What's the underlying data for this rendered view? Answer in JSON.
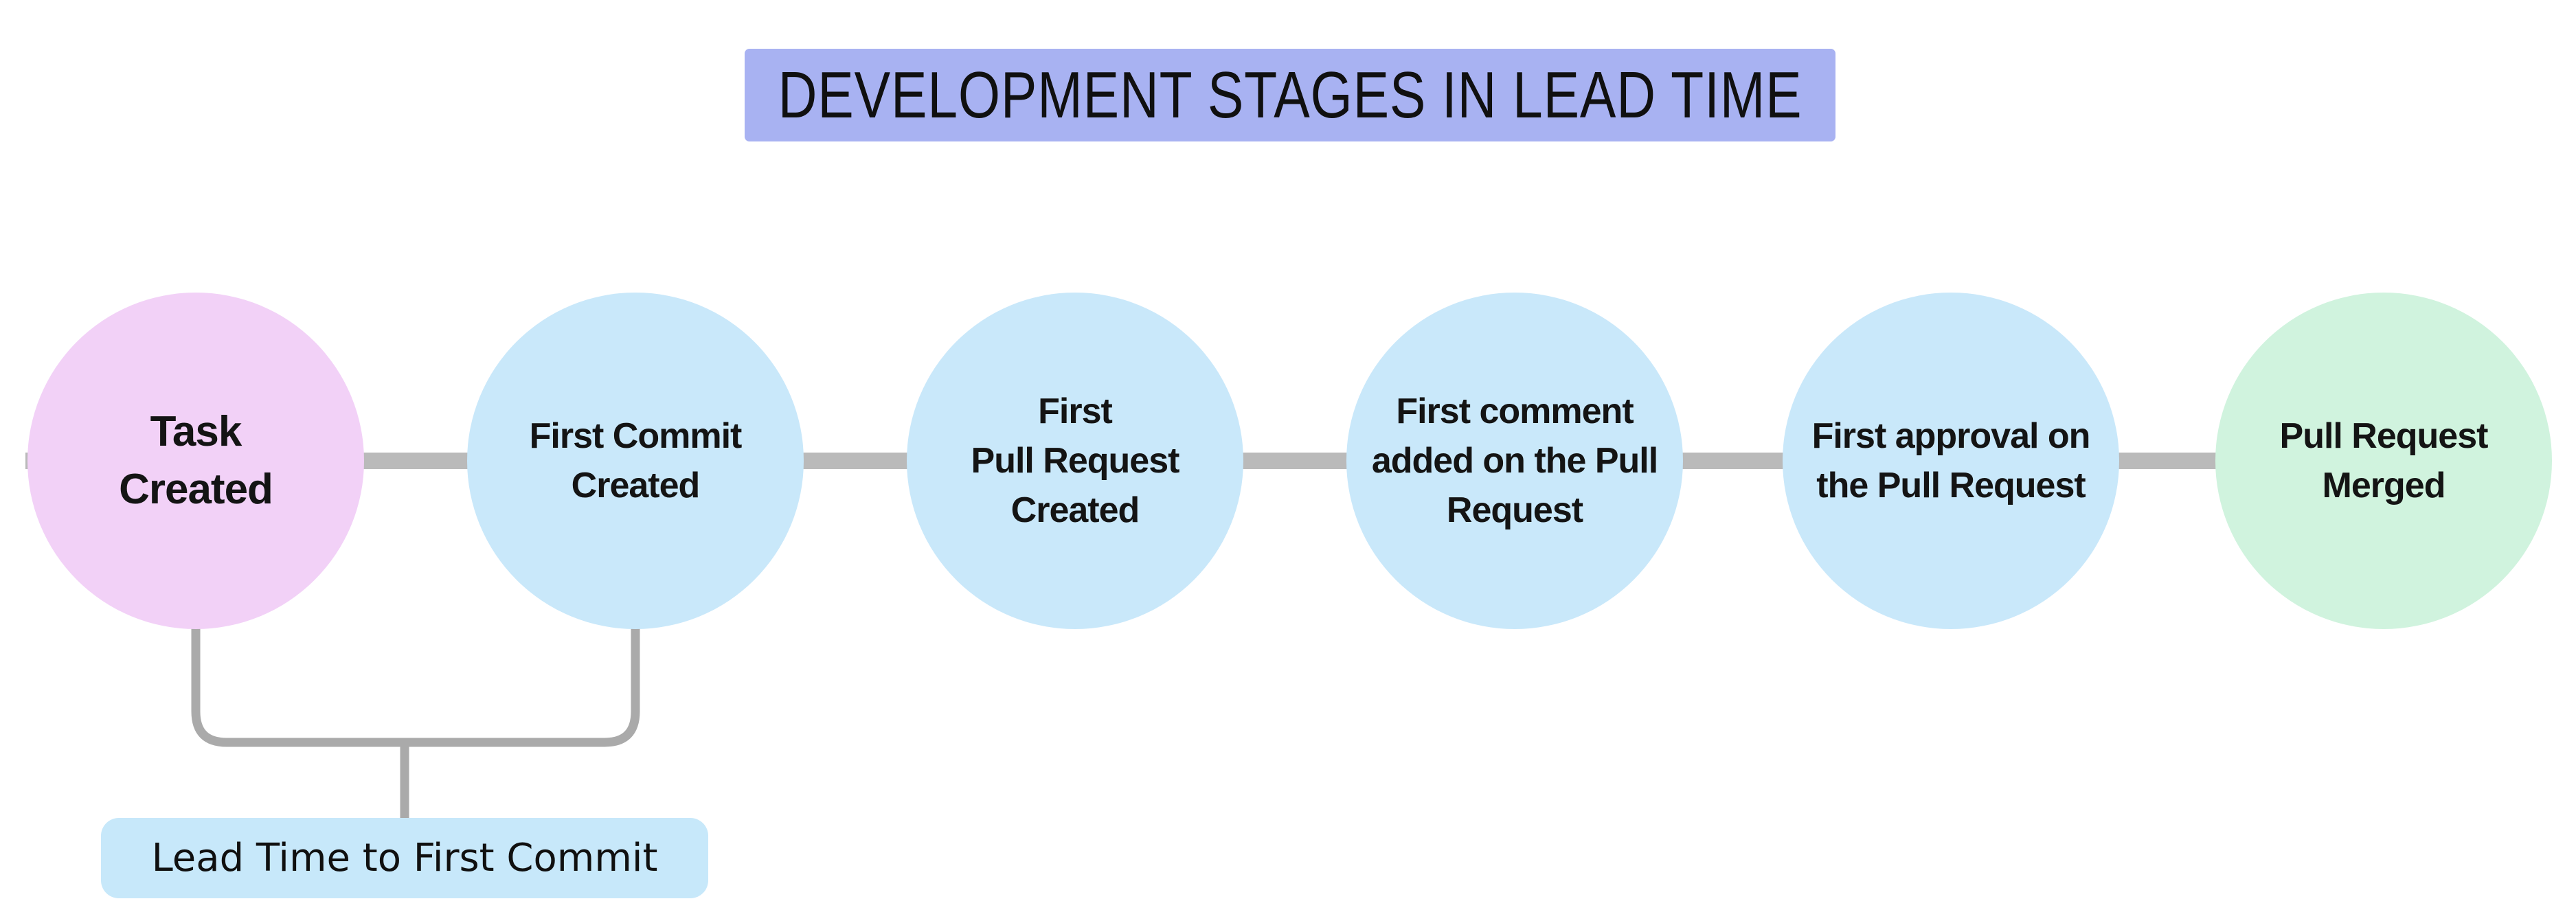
{
  "title": {
    "text": "DEVELOPMENT STAGES IN LEAD TIME",
    "bg_color": "#a8b2f2"
  },
  "stages": [
    {
      "id": "task-created",
      "lines": [
        "Task",
        "Created"
      ],
      "color": "#f2d1f7"
    },
    {
      "id": "first-commit-created",
      "lines": [
        "First Commit",
        "Created"
      ],
      "color": "#c9e8fa"
    },
    {
      "id": "first-pull-request",
      "lines": [
        "First",
        "Pull Request",
        "Created"
      ],
      "color": "#c9e8fa"
    },
    {
      "id": "first-comment-added",
      "lines": [
        "First comment",
        "added on the Pull",
        "Request"
      ],
      "color": "#c9e8fa"
    },
    {
      "id": "first-approval",
      "lines": [
        "First approval on",
        "the Pull Request"
      ],
      "color": "#c9e8fa"
    },
    {
      "id": "pull-request-merged",
      "lines": [
        "Pull Request",
        "Merged"
      ],
      "color": "#d0f3de"
    }
  ],
  "annotation": {
    "label": "Lead Time to First Commit",
    "bg_color": "#c7e8fa"
  },
  "colors": {
    "connector": "#bababa",
    "bracket": "#aaaaaa"
  }
}
